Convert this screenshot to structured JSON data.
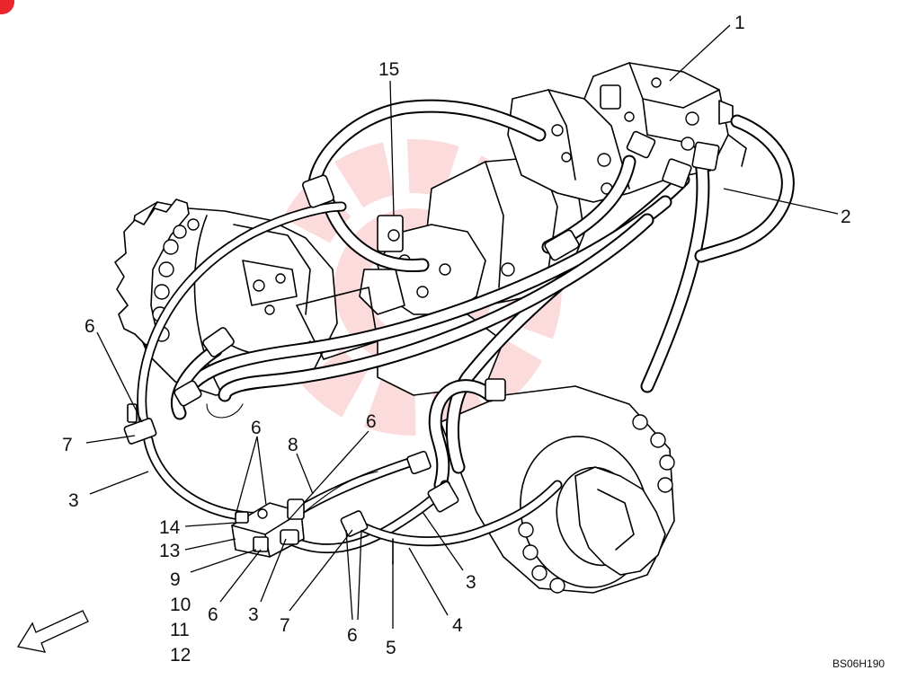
{
  "callouts": [
    {
      "id": "1",
      "text": "1"
    },
    {
      "id": "2",
      "text": "2"
    },
    {
      "id": "15",
      "text": "15"
    },
    {
      "id": "6a",
      "text": "6"
    },
    {
      "id": "7a",
      "text": "7"
    },
    {
      "id": "3a",
      "text": "3"
    },
    {
      "id": "6b",
      "text": "6"
    },
    {
      "id": "8",
      "text": "8"
    },
    {
      "id": "6c",
      "text": "6"
    },
    {
      "id": "14",
      "text": "14"
    },
    {
      "id": "13",
      "text": "13"
    },
    {
      "id": "9",
      "text": "9"
    },
    {
      "id": "10",
      "text": "10"
    },
    {
      "id": "11",
      "text": "11"
    },
    {
      "id": "12",
      "text": "12"
    },
    {
      "id": "6d",
      "text": "6"
    },
    {
      "id": "3b",
      "text": "3"
    },
    {
      "id": "7b",
      "text": "7"
    },
    {
      "id": "6e",
      "text": "6"
    },
    {
      "id": "5",
      "text": "5"
    },
    {
      "id": "4",
      "text": "4"
    },
    {
      "id": "3c",
      "text": "3"
    }
  ],
  "reference_code": "BS06H190",
  "watermark_color": "#e8262b"
}
